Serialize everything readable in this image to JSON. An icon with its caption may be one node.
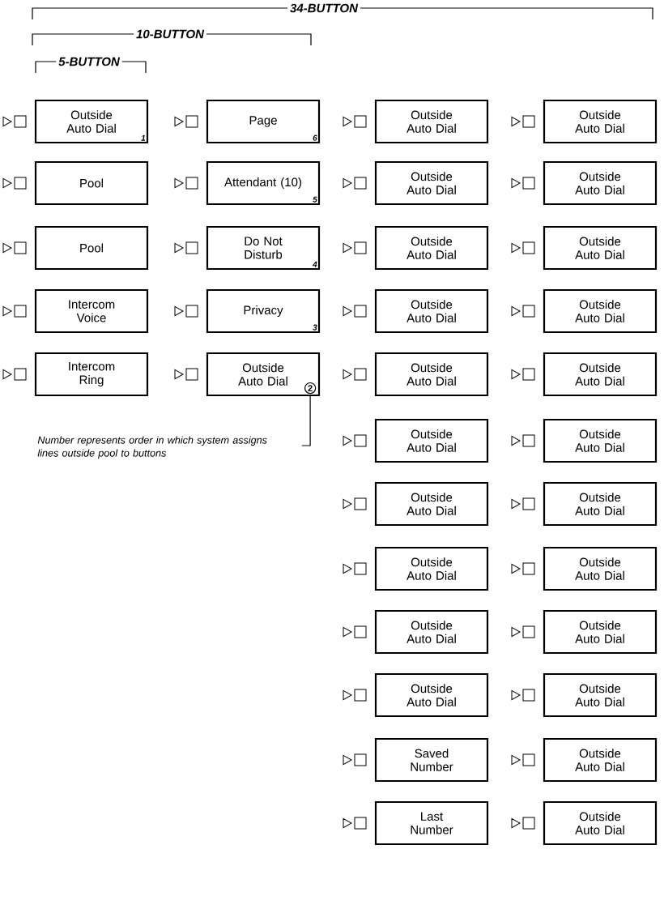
{
  "diagram": {
    "nodes": [
      {
        "text": [
          "Outside Auto Dial",
          "1"
        ]
      },
      {
        "text": [
          "Pool"
        ]
      },
      {
        "text": [
          "Pool"
        ]
      },
      {
        "text": [
          "Intercom Voice"
        ]
      },
      {
        "text": [
          "Intercom Ring"
        ]
      },
      {
        "text": [
          "Page",
          "6"
        ]
      },
      {
        "text": [
          "Attendant (10)",
          "5"
        ]
      },
      {
        "text": [
          "Do Not Disturb",
          "4"
        ]
      },
      {
        "text": [
          "Privacy",
          "3"
        ]
      },
      {
        "text": [
          "Outside Auto Dial",
          "2"
        ]
      },
      {
        "text": [
          "Outside Auto Dial"
        ]
      },
      {
        "text": [
          "Outside Auto Dial"
        ]
      },
      {
        "text": [
          "Outside Auto Dial"
        ]
      },
      {
        "text": [
          "Outside Auto Dial"
        ]
      },
      {
        "text": [
          "Outside Auto Dial"
        ]
      },
      {
        "text": [
          "Outside Auto Dial"
        ]
      },
      {
        "text": [
          "Outside Auto Dial"
        ]
      },
      {
        "text": [
          "Outside Auto Dial"
        ]
      },
      {
        "text": [
          "Outside Auto Dial"
        ]
      },
      {
        "text": [
          "Outside Auto Dial"
        ]
      },
      {
        "text": [
          "Saved Number"
        ]
      },
      {
        "text": [
          "Last Number"
        ]
      },
      {
        "text": [
          "Outside Auto Dial"
        ]
      },
      {
        "text": [
          "Outside Auto Dial"
        ]
      },
      {
        "text": [
          "Outside Auto Dial"
        ]
      },
      {
        "text": [
          "Outside Auto Dial"
        ]
      },
      {
        "text": [
          "Outside Auto Dial"
        ]
      },
      {
        "text": [
          "Outside Auto Dial"
        ]
      },
      {
        "text": [
          "Outside Auto Dial"
        ]
      },
      {
        "text": [
          "Outside Auto Dial"
        ]
      },
      {
        "text": [
          "Outside Auto Dial"
        ]
      },
      {
        "text": [
          "Outside Auto Dial"
        ]
      },
      {
        "text": [
          "Outside Auto Dial"
        ]
      },
      {
        "text": [
          "Outside Auto Dial"
        ]
      },
      {
        "text": [
          "Number represents order in which system assigns lines outside pool to buttons"
        ]
      }
    ],
    "edges": [
      {
        "from": 34,
        "to": 9,
        "arrow": "none"
      }
    ],
    "labels": [
      "34-BUTTON",
      "10-BUTTON",
      "5-BUTTON"
    ]
  }
}
